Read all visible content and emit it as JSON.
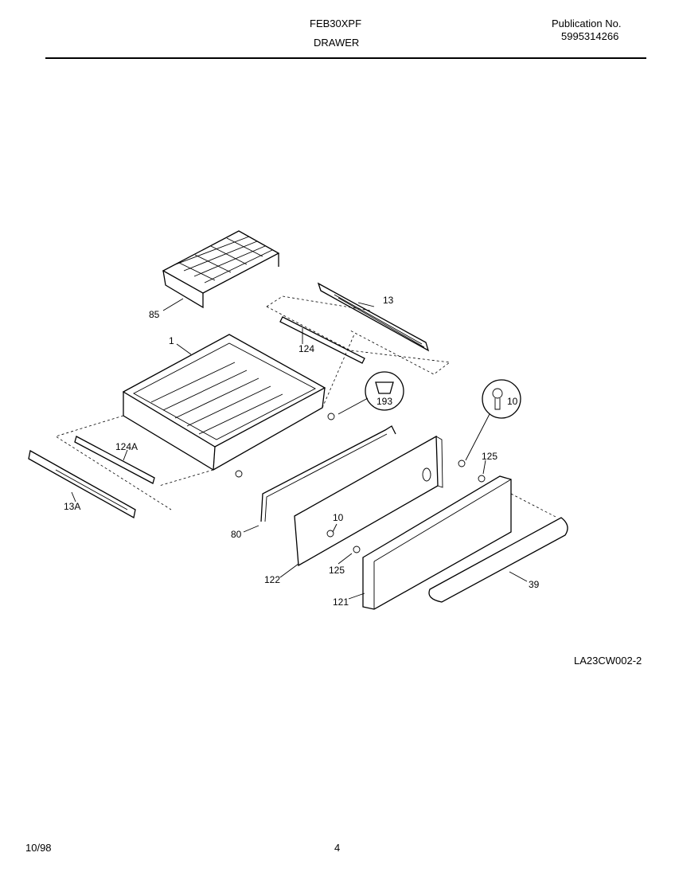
{
  "header": {
    "model": "FEB30XPF",
    "section": "DRAWER",
    "publication_label": "Publication No.",
    "publication_number": "5995314266"
  },
  "diagram": {
    "callouts": {
      "c85": "85",
      "c13": "13",
      "c124": "124",
      "c1": "1",
      "c193": "193",
      "c10_top": "10",
      "c125_top": "125",
      "c124A": "124A",
      "c13A": "13A",
      "c80": "80",
      "c10_mid": "10",
      "c122": "122",
      "c125_mid": "125",
      "c121": "121",
      "c39": "39"
    },
    "drawing_code": "LA23CW002-2"
  },
  "footer": {
    "date": "10/98",
    "page": "4"
  }
}
